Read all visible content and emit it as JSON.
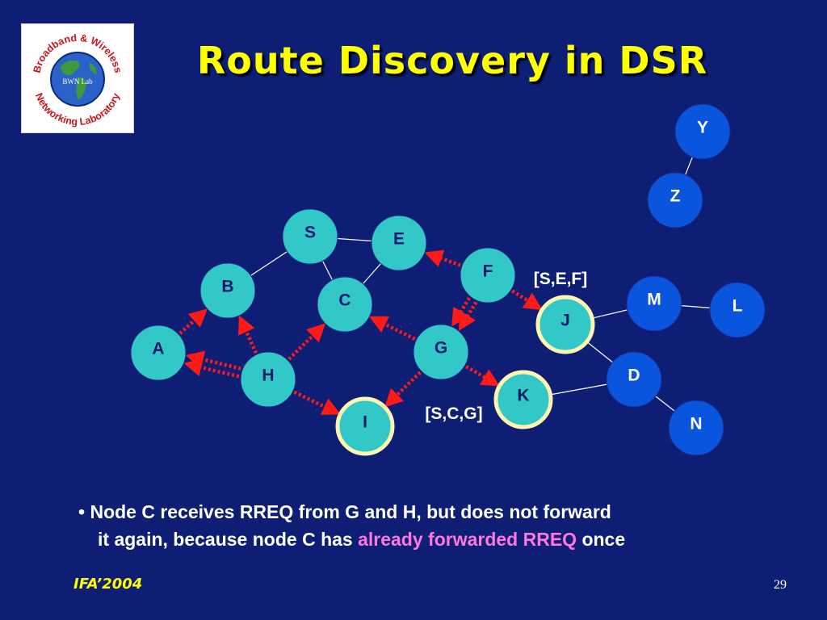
{
  "slide": {
    "title": "Route Discovery in DSR",
    "footer": "IFA’2004",
    "page_number": "29"
  },
  "logo": {
    "text_top": "Broadband & Wireless",
    "text_bottom": "Networking Laboratory",
    "center_text": "BWN Lab"
  },
  "colors": {
    "background": "#0d1e74",
    "title": "#ffff00",
    "node_blue": "#0a55dd",
    "node_teal": "#33c8c8",
    "node_highlight": "#33c8c8",
    "highlight_ring": "#fff5b0",
    "rreq_arrow": "#ff1a1a",
    "link": "#ffffff",
    "emphasis_text": "#ff77dd"
  },
  "nodes": [
    {
      "id": "Y",
      "label": "Y",
      "style": "blue"
    },
    {
      "id": "Z",
      "label": "Z",
      "style": "blue"
    },
    {
      "id": "S",
      "label": "S",
      "style": "teal"
    },
    {
      "id": "E",
      "label": "E",
      "style": "teal"
    },
    {
      "id": "F",
      "label": "F",
      "style": "teal"
    },
    {
      "id": "B",
      "label": "B",
      "style": "teal"
    },
    {
      "id": "C",
      "label": "C",
      "style": "teal"
    },
    {
      "id": "M",
      "label": "M",
      "style": "blue"
    },
    {
      "id": "L",
      "label": "L",
      "style": "blue"
    },
    {
      "id": "J",
      "label": "J",
      "style": "highlight"
    },
    {
      "id": "A",
      "label": "A",
      "style": "teal"
    },
    {
      "id": "G",
      "label": "G",
      "style": "teal"
    },
    {
      "id": "H",
      "label": "H",
      "style": "teal"
    },
    {
      "id": "D",
      "label": "D",
      "style": "blue"
    },
    {
      "id": "K",
      "label": "K",
      "style": "highlight"
    },
    {
      "id": "I",
      "label": "I",
      "style": "highlight"
    },
    {
      "id": "N",
      "label": "N",
      "style": "blue"
    }
  ],
  "links": [
    [
      "Y",
      "Z"
    ],
    [
      "S",
      "E"
    ],
    [
      "S",
      "B"
    ],
    [
      "S",
      "C"
    ],
    [
      "E",
      "C"
    ],
    [
      "J",
      "M"
    ],
    [
      "M",
      "L"
    ],
    [
      "J",
      "D"
    ],
    [
      "K",
      "D"
    ],
    [
      "D",
      "N"
    ]
  ],
  "rreq_arrows": [
    {
      "from": "F",
      "to": "E",
      "double": false
    },
    {
      "from": "F",
      "to": "J",
      "double": false
    },
    {
      "from": "F",
      "to": "G",
      "double": true
    },
    {
      "from": "A",
      "to": "B",
      "double": false
    },
    {
      "from": "H",
      "to": "B",
      "double": false
    },
    {
      "from": "H",
      "to": "A",
      "double": true
    },
    {
      "from": "H",
      "to": "C",
      "double": false
    },
    {
      "from": "H",
      "to": "I",
      "double": false
    },
    {
      "from": "G",
      "to": "C",
      "double": false
    },
    {
      "from": "G",
      "to": "I",
      "double": false
    },
    {
      "from": "G",
      "to": "K",
      "double": false
    }
  ],
  "route_labels": {
    "sef": "[S,E,F]",
    "scg": "[S,C,G]"
  },
  "bullet": {
    "marker": "•",
    "line1": "Node C receives RREQ from G and H, but does not forward",
    "line2_prefix": "it again, because node C has ",
    "line2_highlight": "already forwarded RREQ",
    "line2_suffix": " once"
  }
}
